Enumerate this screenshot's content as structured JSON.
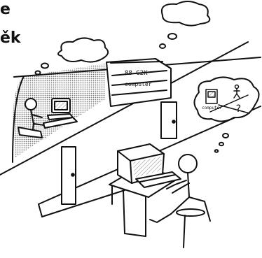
{
  "heading": {
    "line1_fragment": "e",
    "line2_fragment": "ěk"
  },
  "machine": {
    "model_label": "88-G2K",
    "brand_label": "computer"
  },
  "thought_bubble": {
    "screen_label": "computer",
    "question_mark": "?"
  },
  "colors": {
    "ink": "#111111",
    "background": "#ffffff",
    "shading": "#9a9a9a"
  }
}
